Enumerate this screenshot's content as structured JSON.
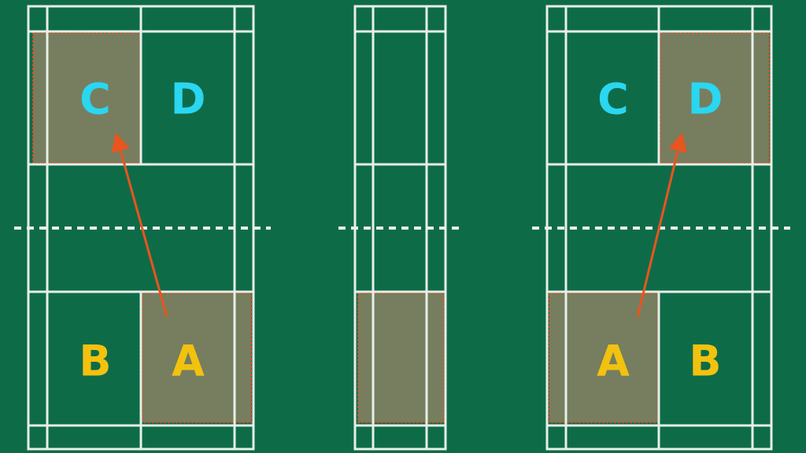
{
  "colors": {
    "court_background": "#0e6b48",
    "court_lines": "#e6efe9",
    "highlight_fill": "#7f8062",
    "highlight_border": "#c8552a",
    "arrow": "#e8551f",
    "receiver_letters": "#f2c20e",
    "target_letters": "#2ad6f0"
  },
  "diagrams": [
    {
      "labels": {
        "C": "C",
        "D": "D",
        "B": "B",
        "A": "A"
      },
      "highlighted_zones": [
        "C",
        "A"
      ],
      "arrow": {
        "from": "A",
        "to": "C"
      }
    },
    {
      "labels": {},
      "highlighted_zones": [
        "bottom-service-box"
      ],
      "arrow": null
    },
    {
      "labels": {
        "C": "C",
        "D": "D",
        "A": "A",
        "B": "B"
      },
      "highlighted_zones": [
        "D",
        "A"
      ],
      "arrow": {
        "from": "A",
        "to": "D"
      }
    }
  ]
}
